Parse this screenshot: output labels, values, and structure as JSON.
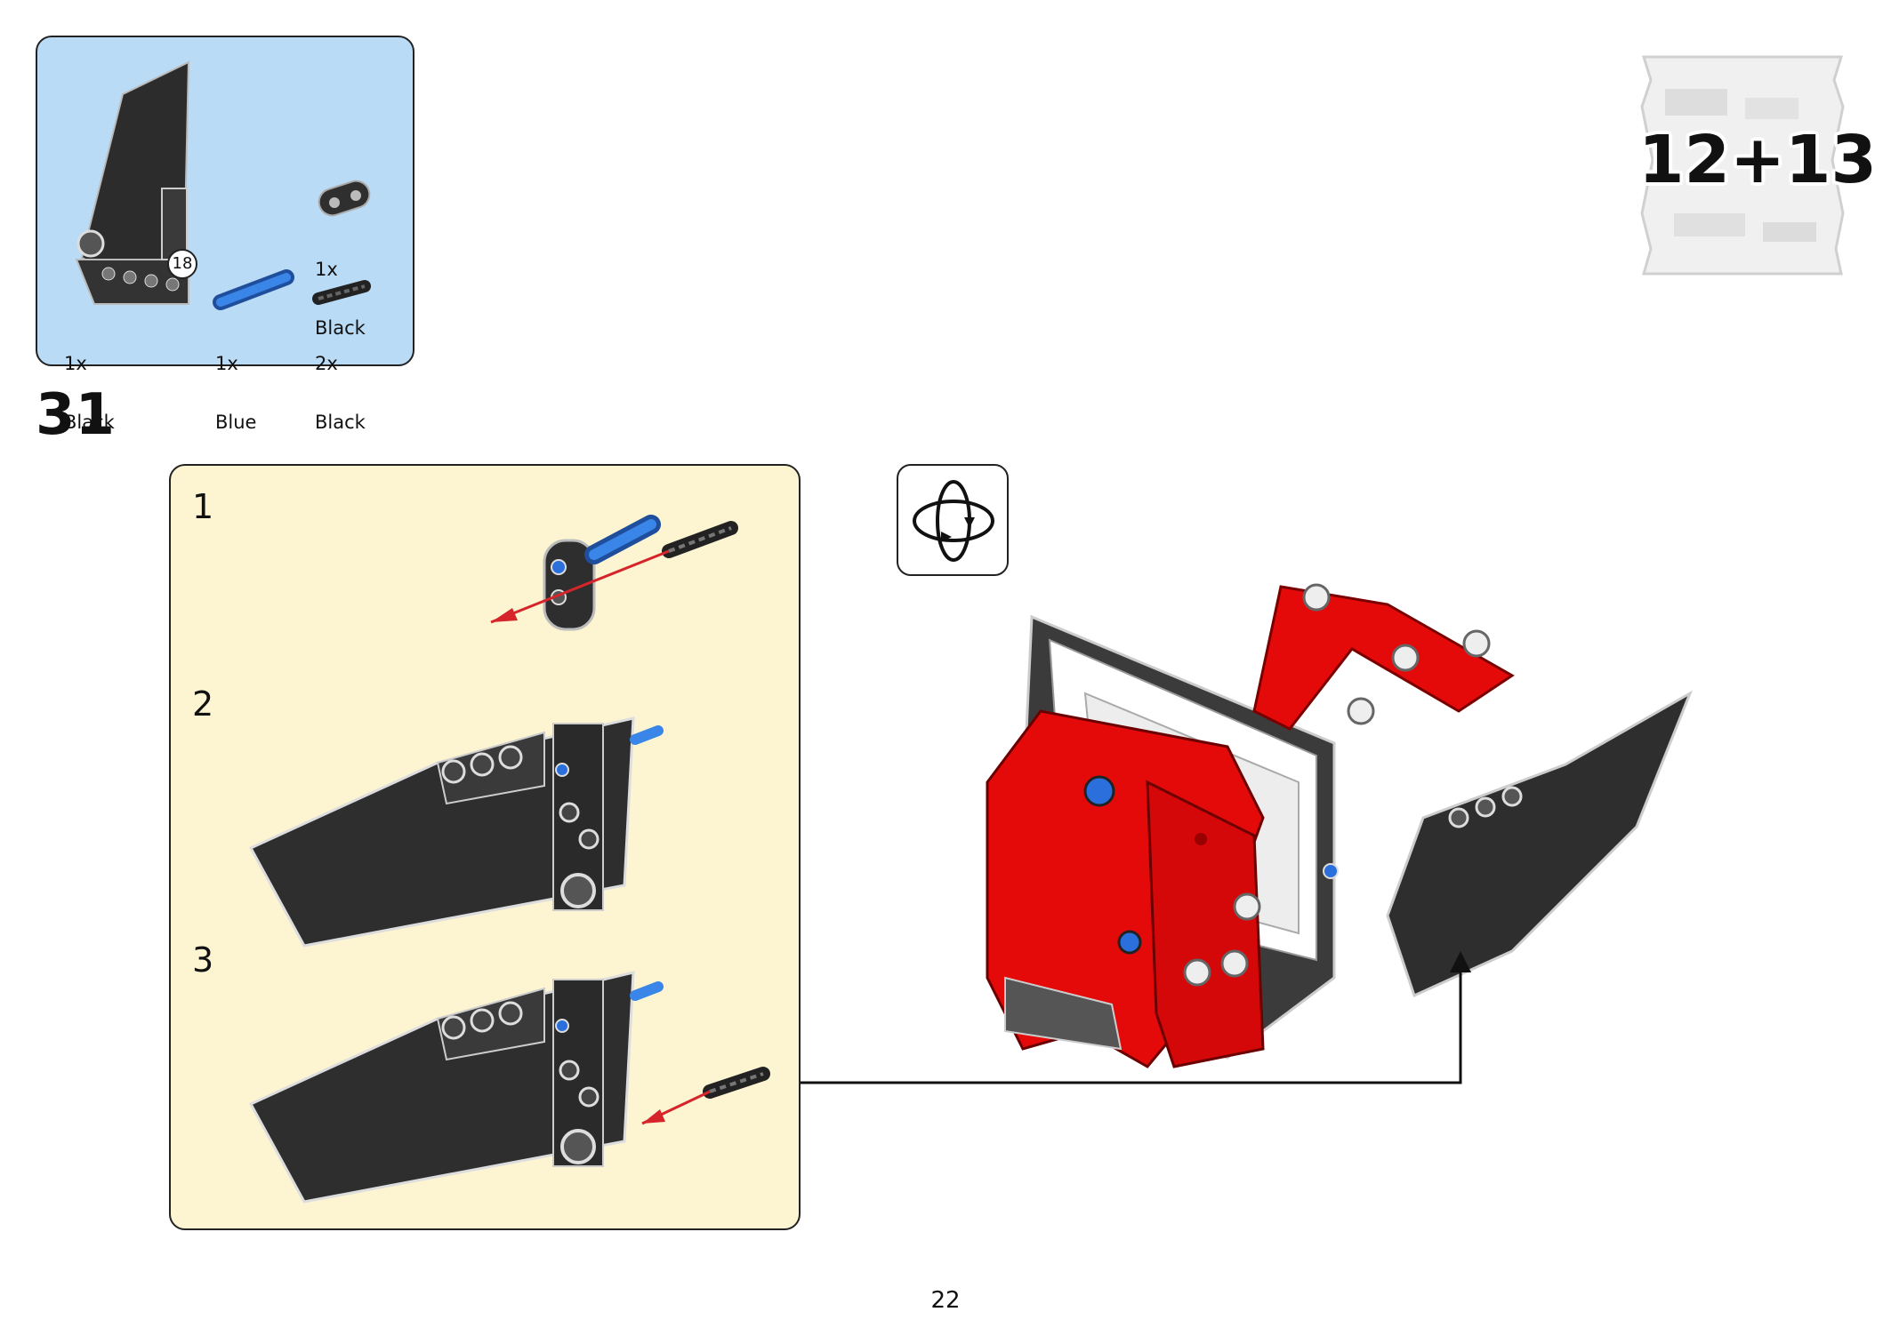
{
  "bag": {
    "label": "12+13"
  },
  "parts": [
    {
      "qty": "1x",
      "color": "Black"
    },
    {
      "qty": "1x",
      "color": "Blue"
    },
    {
      "qty": "1x",
      "color": "Black"
    },
    {
      "qty": "2x",
      "color": "Black"
    }
  ],
  "callout_number": "18",
  "step": {
    "number": "31"
  },
  "substeps": [
    "1",
    "2",
    "3"
  ],
  "colors": {
    "parts_bg": "#b9dbf6",
    "substep_bg": "#fdf5d2",
    "brick_red": "#e50a0a",
    "brick_black": "#2e2e2e",
    "pin_blue": "#2a6fdc",
    "arrow_red": "#d6252a"
  },
  "page": {
    "number": "22"
  }
}
